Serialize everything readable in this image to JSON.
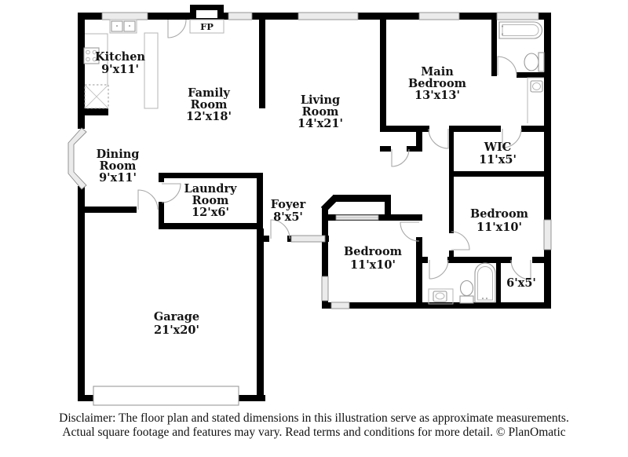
{
  "plan": {
    "fireplace_label": "FP",
    "rooms": {
      "kitchen": {
        "name": "Kitchen",
        "dims": "9'x11'"
      },
      "family": {
        "name1": "Family",
        "name2": "Room",
        "dims": "12'x18'"
      },
      "living": {
        "name1": "Living",
        "name2": "Room",
        "dims": "14'x21'"
      },
      "main_bedroom": {
        "name1": "Main",
        "name2": "Bedroom",
        "dims": "13'x13'"
      },
      "wic": {
        "name": "WIC",
        "dims": "11'x5'"
      },
      "dining": {
        "name1": "Dining",
        "name2": "Room",
        "dims": "9'x11'"
      },
      "laundry": {
        "name1": "Laundry",
        "name2": "Room",
        "dims": "12'x6'"
      },
      "foyer": {
        "name": "Foyer",
        "dims": "8'x5'"
      },
      "bedroom_center": {
        "name": "Bedroom",
        "dims": "11'x10'"
      },
      "bedroom_right": {
        "name": "Bedroom",
        "dims": "11'x10'"
      },
      "closet": {
        "dims": "6'x5'"
      },
      "garage": {
        "name": "Garage",
        "dims": "21'x20'"
      }
    },
    "colors": {
      "wall": "#000000",
      "window_fill": "#ebebeb",
      "window_stroke": "#8a8a8a",
      "fixture_stroke": "#9a9a9a",
      "text": "#141414",
      "background": "#ffffff"
    }
  },
  "footer": {
    "disclaimer_line1": "Disclaimer: The floor plan and stated dimensions in this illustration serve as approximate measurements.",
    "disclaimer_line2": "Actual square footage and features may vary. Read terms and conditions for more detail. © PlanOmatic"
  }
}
